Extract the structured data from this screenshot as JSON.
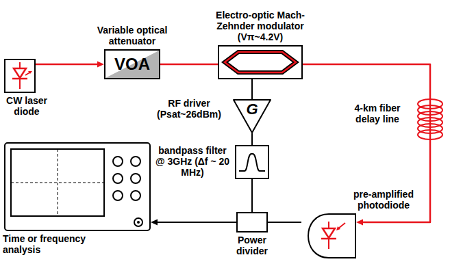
{
  "diagram": {
    "nodes": [
      {
        "text": [
          "CW laser diode"
        ]
      },
      {
        "text": [
          "Variable optical attenuator",
          "VOA"
        ]
      },
      {
        "text": [
          "Electro-optic Mach-Zehnder modulator (Vπ~4.2V)"
        ]
      },
      {
        "text": [
          "RF driver (Psat~26dBm)",
          "G"
        ]
      },
      {
        "text": [
          "bandpass filter @ 3GHz (Δf ~ 20 MHz)"
        ]
      },
      {
        "text": [
          "pre-amplified photodiode"
        ]
      },
      {
        "text": [
          "Power divider"
        ]
      },
      {
        "text": [
          "Time or frequency analysis"
        ]
      }
    ],
    "edges": [
      {
        "from": 0,
        "to": 1,
        "arrow": "to"
      },
      {
        "from": 1,
        "to": 2,
        "arrow": "none"
      },
      {
        "from": 2,
        "to": 5,
        "arrow": "to"
      },
      {
        "from": 5,
        "to": 6,
        "arrow": "none"
      },
      {
        "from": 6,
        "to": 7,
        "arrow": "to"
      },
      {
        "from": 6,
        "to": 4,
        "arrow": "none"
      },
      {
        "from": 4,
        "to": 3,
        "arrow": "none"
      },
      {
        "from": 3,
        "to": 2,
        "arrow": "none"
      }
    ],
    "labels": [
      "4-km fiber delay line"
    ]
  }
}
